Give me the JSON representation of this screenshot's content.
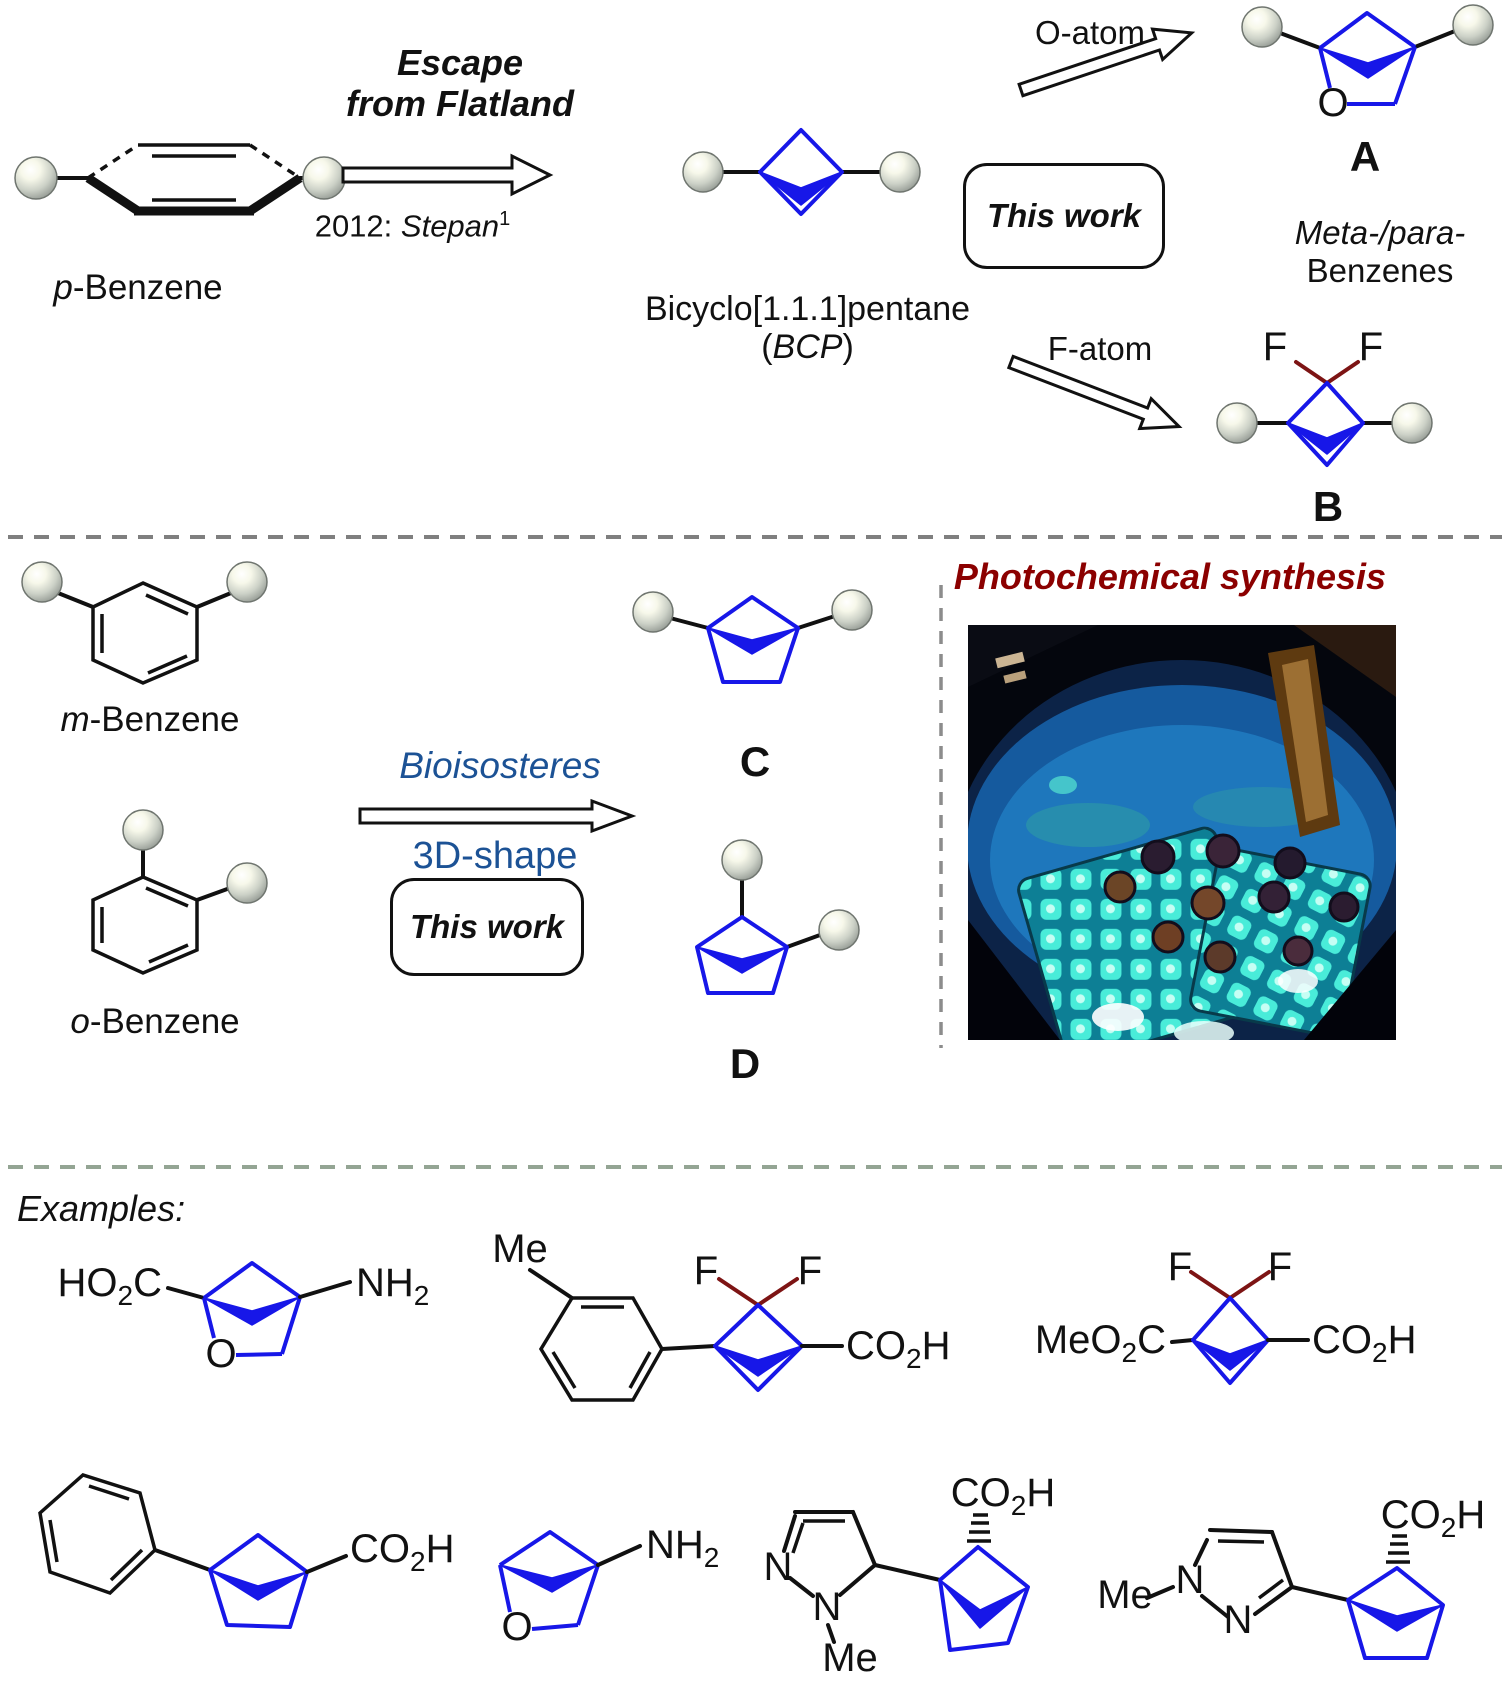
{
  "figure": {
    "top": {
      "p_benzene": {
        "it": "p",
        "rest": "-Benzene"
      },
      "escape_line1": "Escape",
      "escape_line2": "from Flatland",
      "stepan_prefix": "2012: ",
      "stepan_name": "Stepan",
      "stepan_sup": "1",
      "bcp_name": "Bicyclo[1.1.1]pentane",
      "bcp_open": "(",
      "bcp_abbr": "BCP",
      "bcp_close": ")",
      "this_work": "This work",
      "o_atom": "O-atom",
      "f_atom": "F-atom",
      "label_a": "A",
      "label_b": "B",
      "meta_para_line1": "Meta-/para-",
      "meta_para_line2": "Benzenes"
    },
    "middle": {
      "m_benzene": {
        "it": "m",
        "rest": "-Benzene"
      },
      "o_benzene": {
        "it": "o",
        "rest": "-Benzene"
      },
      "bioisosteres": "Bioisosteres",
      "shape3d": "3D-shape",
      "this_work": "This work",
      "label_c": "C",
      "label_d": "D",
      "photo_title": "Photochemical synthesis"
    },
    "examples": {
      "heading": "Examples:"
    },
    "formulas": {
      "ho2c": [
        "HO",
        "2",
        "C"
      ],
      "co2h": [
        "CO",
        "2",
        "H"
      ],
      "meo2c": [
        "MeO",
        "2",
        "C"
      ],
      "nh2": [
        "NH",
        "2"
      ],
      "me": "Me",
      "f": "F",
      "o": "O",
      "n": "N"
    },
    "colors": {
      "structure_blue": "#1717e8",
      "heteroatom_red": "#7d1414",
      "photo_title_red": "#8b0000",
      "accent_blue": "#1c5295",
      "bond_black": "#111111"
    }
  }
}
